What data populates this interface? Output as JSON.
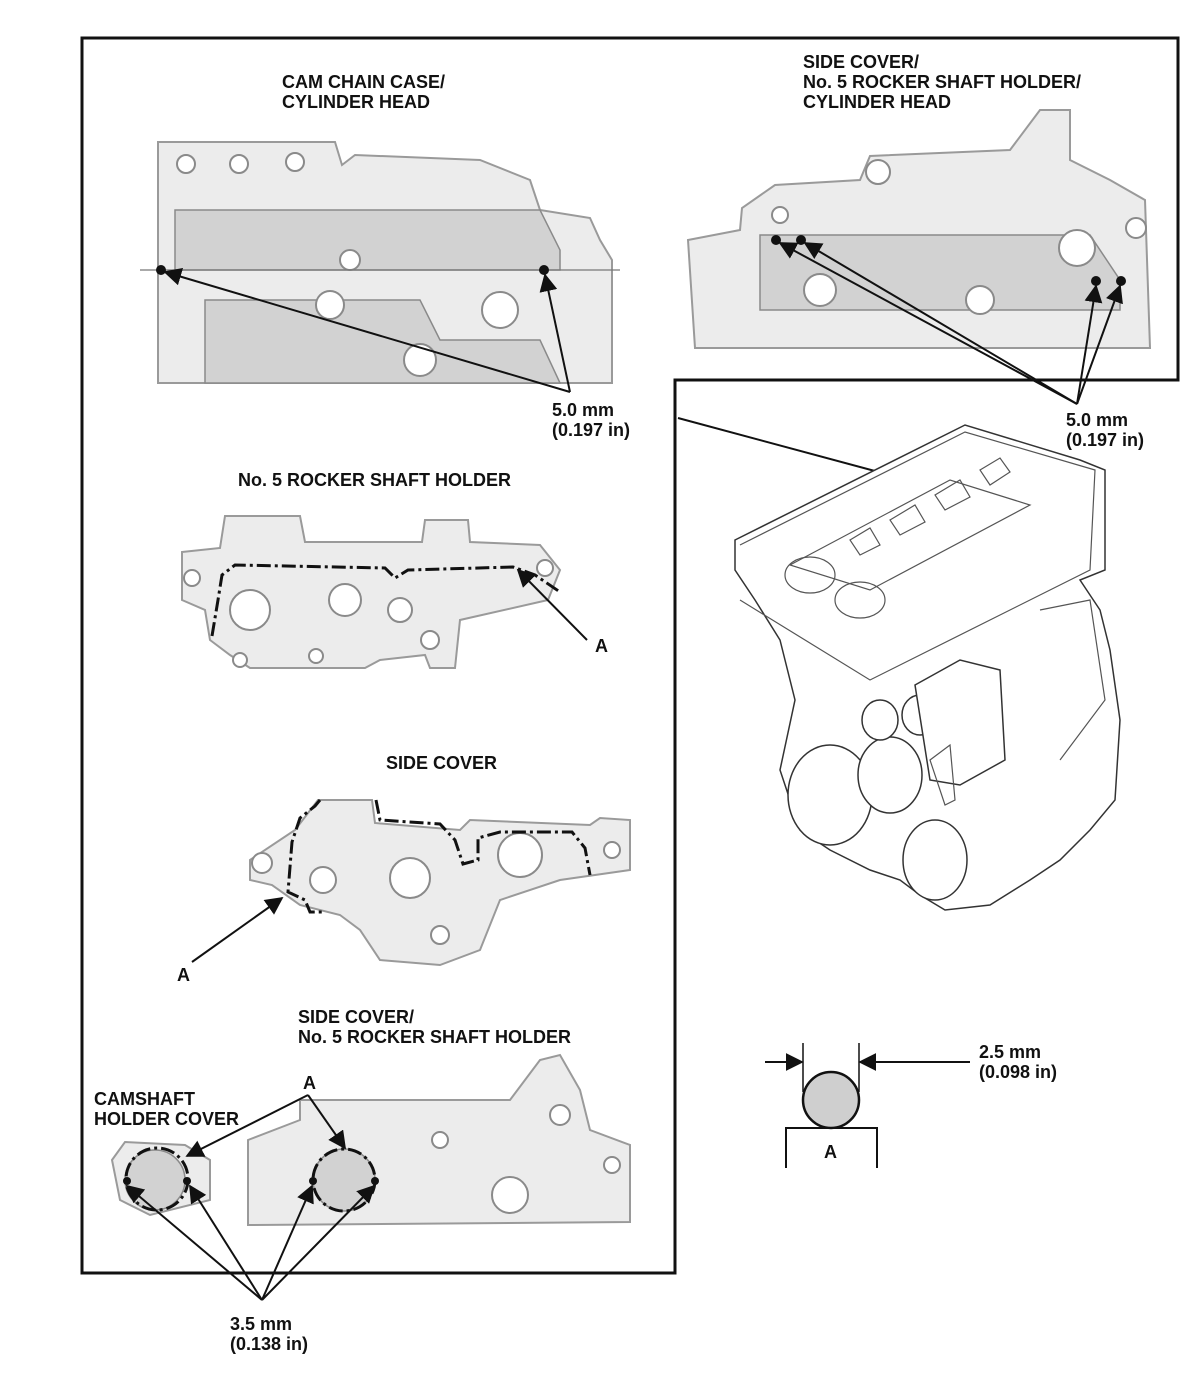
{
  "labels": {
    "cam_chain_case": [
      "CAM CHAIN CASE/",
      "CYLINDER HEAD"
    ],
    "side_cover_rocker_head": [
      "SIDE COVER/",
      "No. 5 ROCKER SHAFT HOLDER/",
      "CYLINDER HEAD"
    ],
    "rocker_shaft_holder": "No. 5 ROCKER SHAFT HOLDER",
    "side_cover": "SIDE COVER",
    "side_cover_rocker": [
      "SIDE COVER/",
      "No. 5 ROCKER SHAFT HOLDER"
    ],
    "camshaft_holder_cover": [
      "CAMSHAFT",
      "HOLDER COVER"
    ]
  },
  "dimensions": {
    "gap_cam_chain": [
      "5.0 mm",
      "(0.197 in)"
    ],
    "gap_side_cover": [
      "5.0 mm",
      "(0.197 in)"
    ],
    "bead_diameter": [
      "2.5 mm",
      "(0.098 in)"
    ],
    "gap_camshaft": [
      "3.5 mm",
      "(0.138 in)"
    ]
  },
  "callouts": {
    "bead": "A"
  }
}
